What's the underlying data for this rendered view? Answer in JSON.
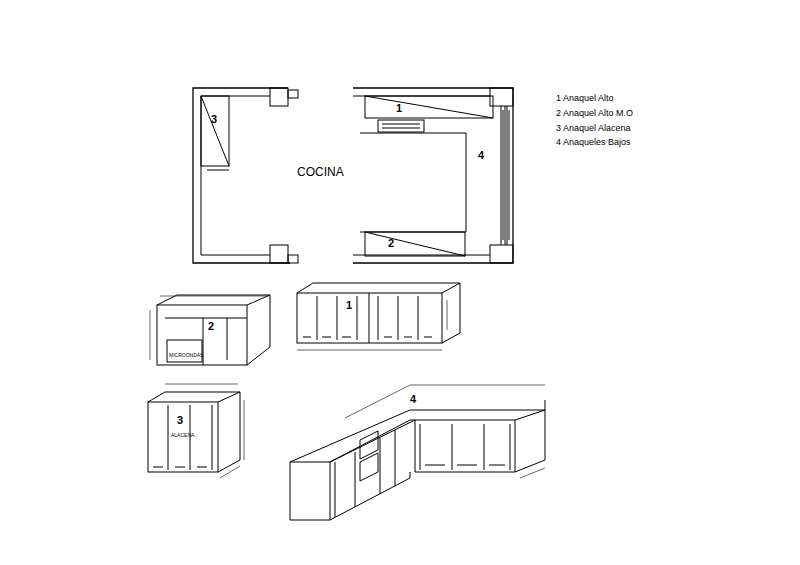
{
  "diagram": {
    "labels": [
      "3",
      "1",
      "COCINA",
      "4",
      "2",
      "1 Anaquel Alto",
      "2 Anaquel Alto M.O",
      "3 Anaquel Alacena",
      "4 Anaqueles Bajos",
      "2",
      "MICROONDAS",
      "1",
      "3",
      "ALACENA",
      "4"
    ]
  }
}
